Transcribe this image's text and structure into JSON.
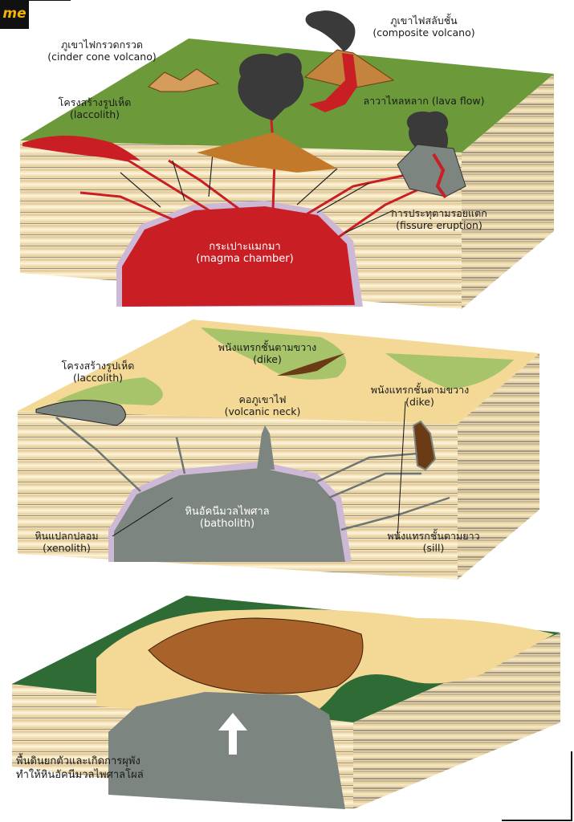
{
  "logo": {
    "text": "me",
    "color": "#f2b500"
  },
  "colors": {
    "grass": "#6c9a3a",
    "dark_grass": "#2f6b35",
    "sand": "#f3d995",
    "magma": "#c81e24",
    "batholith": "#7c8580",
    "halo": "#cdb8d6",
    "brown": "#b5651d",
    "ash": "#3a3a3a"
  },
  "panel1": {
    "composite_volcano": {
      "th": "ภูเขาไฟสลับชั้น",
      "en": "(composite volcano)"
    },
    "cinder_cone": {
      "th": "ภูเขาไฟกรวดกรวด",
      "en": "(cinder cone volcano)"
    },
    "laccolith": {
      "th": "โครงสร้างรูปเห็ด",
      "en": "(laccolith)"
    },
    "lava_flow": {
      "text": "ลาวาไหลหลาก (lava flow)"
    },
    "fissure": {
      "th": "การประทุตามรอยแตก",
      "en": "(fissure eruption)"
    },
    "magma_chamber": {
      "th": "กระเปาะแมกมา",
      "en": "(magma chamber)"
    }
  },
  "panel2": {
    "dike_top": {
      "th": "พนังแทรกชั้นตามขวาง",
      "en": "(dike)"
    },
    "laccolith": {
      "th": "โครงสร้างรูปเห็ด",
      "en": "(laccolith)"
    },
    "volcanic_neck": {
      "th": "คอภูเขาไฟ",
      "en": "(volcanic neck)"
    },
    "dike_right": {
      "th": "พนังแทรกชั้นตามขวาง",
      "en": "(dike)"
    },
    "batholith": {
      "th": "หินอัคนีมวลไพศาล",
      "en": "(batholith)"
    },
    "xenolith": {
      "th": "หินแปลกปลอม",
      "en": "(xenolith)"
    },
    "sill": {
      "th": "พนังแทรกชั้นตามยาว",
      "en": "(sill)"
    }
  },
  "panel3": {
    "caption": {
      "line1": "พื้นดินยกตัวและเกิดการผุพัง",
      "line2": "ทำให้หินอัคนีมวลไพศาลโผล่"
    }
  }
}
